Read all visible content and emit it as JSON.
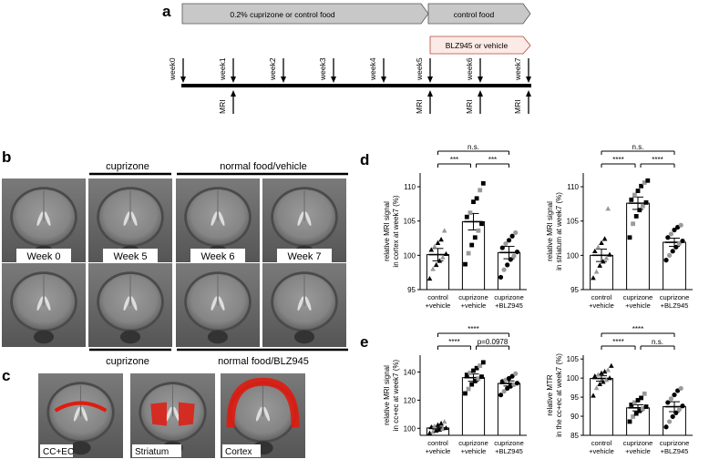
{
  "panel_labels": {
    "a": "a",
    "b": "b",
    "c": "c",
    "d": "d",
    "e": "e"
  },
  "panel_a": {
    "bar_top": "0.2% cuprizone or control food",
    "bar_right": "control food",
    "bar_treat": "BLZ945 or vehicle",
    "weeks": [
      "week0",
      "week1",
      "week2",
      "week3",
      "week4",
      "week5",
      "week6",
      "week7"
    ],
    "mri_label": "MRI"
  },
  "panel_b": {
    "header_top_left": "cuprizone",
    "header_top_right": "normal food/vehicle",
    "header_bottom_left": "cuprizone",
    "header_bottom_right": "normal food/BLZ945",
    "week_labels": [
      "Week 0",
      "Week 5",
      "Week 6",
      "Week 7"
    ]
  },
  "panel_c": {
    "labels": [
      "CC+EC",
      "Striatum",
      "Cortex"
    ],
    "roi_color": "#e01b0f"
  },
  "chart_data": [
    {
      "id": "d-cortex",
      "type": "bar",
      "categories": [
        [
          "control",
          "+vehicle"
        ],
        [
          "cuprizone",
          "+vehicle"
        ],
        [
          "cuprizone",
          "+BLZ945"
        ]
      ],
      "values": [
        100.1,
        104.9,
        100.4
      ],
      "errors": [
        0.9,
        1.2,
        0.9
      ],
      "ylabel": [
        "relative MRI signal",
        "in cortex at week7 (%)"
      ],
      "ylim": [
        95,
        112
      ],
      "yticks": [
        95,
        100,
        105,
        110
      ],
      "points": [
        [
          96.6,
          98.0,
          98.6,
          99.2,
          99.7,
          100.2,
          100.8,
          101.3,
          101.8,
          102.3,
          103.6
        ],
        [
          98.7,
          100.3,
          101.5,
          102.6,
          103.6,
          104.6,
          105.6,
          106.2,
          107.8,
          108.3,
          109.5,
          110.5
        ],
        [
          96.8,
          97.9,
          98.6,
          99.4,
          99.9,
          100.5,
          101.1,
          101.7,
          102.2,
          102.8,
          103.3
        ]
      ],
      "comparisons": [
        {
          "from": 0,
          "to": 2,
          "label": "n.s."
        },
        {
          "from": 0,
          "to": 1,
          "label": "***"
        },
        {
          "from": 1,
          "to": 2,
          "label": "***"
        }
      ]
    },
    {
      "id": "d-striatum",
      "type": "bar",
      "categories": [
        [
          "control",
          "+vehicle"
        ],
        [
          "cuprizone",
          "+vehicle"
        ],
        [
          "cuprizone",
          "+BLZ945"
        ]
      ],
      "values": [
        100.0,
        107.6,
        101.9
      ],
      "errors": [
        0.9,
        0.9,
        0.6
      ],
      "ylabel": [
        "relative MRI signal",
        "in striatum at week7 (%)"
      ],
      "ylim": [
        95,
        112
      ],
      "yticks": [
        95,
        100,
        105,
        110
      ],
      "points": [
        [
          96.7,
          97.6,
          98.5,
          99.1,
          99.6,
          100.1,
          100.6,
          101.2,
          101.8,
          102.4,
          106.8
        ],
        [
          102.6,
          104.6,
          105.7,
          106.6,
          107.2,
          107.7,
          108.1,
          108.8,
          109.4,
          110.1,
          110.6,
          110.9
        ],
        [
          99.3,
          100.0,
          100.6,
          101.2,
          101.7,
          102.1,
          102.6,
          103.1,
          103.7,
          104.1,
          104.4
        ]
      ],
      "comparisons": [
        {
          "from": 0,
          "to": 2,
          "label": "n.s."
        },
        {
          "from": 0,
          "to": 1,
          "label": "****"
        },
        {
          "from": 1,
          "to": 2,
          "label": "****"
        }
      ]
    },
    {
      "id": "e-ccec",
      "type": "bar",
      "categories": [
        [
          "control",
          "+vehicle"
        ],
        [
          "cuprizone",
          "+vehicle"
        ],
        [
          "cuprizone",
          "+BLZ945"
        ]
      ],
      "values": [
        100.2,
        136.0,
        131.9
      ],
      "errors": [
        1.2,
        2.6,
        1.8
      ],
      "ylabel": [
        "relative MRI signal",
        "in cc+ec at week7 (%)"
      ],
      "ylim": [
        95,
        152
      ],
      "yticks": [
        100,
        120,
        140
      ],
      "points": [
        [
          96.5,
          97.5,
          98.4,
          99.0,
          99.6,
          100.2,
          100.8,
          101.5,
          102.4,
          103.5,
          104.7
        ],
        [
          124.8,
          128.0,
          131.2,
          133.6,
          135.4,
          136.7,
          138.0,
          139.4,
          141.0,
          142.8,
          144.5,
          146.9
        ],
        [
          123.7,
          126.3,
          128.4,
          129.9,
          131.0,
          132.1,
          133.3,
          134.4,
          135.5,
          137.0,
          138.9
        ]
      ],
      "comparisons": [
        {
          "from": 0,
          "to": 2,
          "label": "****"
        },
        {
          "from": 0,
          "to": 1,
          "label": "****"
        },
        {
          "from": 1,
          "to": 2,
          "label": "p=0.0978"
        }
      ]
    },
    {
      "id": "e-mtr",
      "type": "bar",
      "categories": [
        [
          "control",
          "+vehicle"
        ],
        [
          "cuprizone",
          "+vehicle"
        ],
        [
          "cuprizone",
          "+BLZ945"
        ]
      ],
      "values": [
        99.9,
        92.2,
        92.5
      ],
      "errors": [
        0.7,
        0.8,
        1.3
      ],
      "ylabel": [
        "relative MTR",
        "in the cc+ec at week7 (%)"
      ],
      "ylim": [
        85,
        106
      ],
      "yticks": [
        85,
        90,
        95,
        100,
        105
      ],
      "points": [
        [
          95.4,
          97.4,
          98.4,
          99.0,
          99.5,
          100.0,
          100.5,
          100.9,
          101.3,
          101.7,
          102.1,
          103.2
        ],
        [
          88.6,
          89.9,
          90.7,
          91.4,
          92.0,
          92.5,
          93.0,
          93.6,
          94.2,
          94.8,
          95.9
        ],
        [
          87.2,
          88.6,
          89.9,
          90.9,
          91.8,
          92.7,
          93.6,
          94.6,
          95.6,
          96.7,
          97.3
        ]
      ],
      "comparisons": [
        {
          "from": 0,
          "to": 2,
          "label": "****"
        },
        {
          "from": 0,
          "to": 1,
          "label": "****"
        },
        {
          "from": 1,
          "to": 2,
          "label": "n.s."
        }
      ]
    }
  ]
}
